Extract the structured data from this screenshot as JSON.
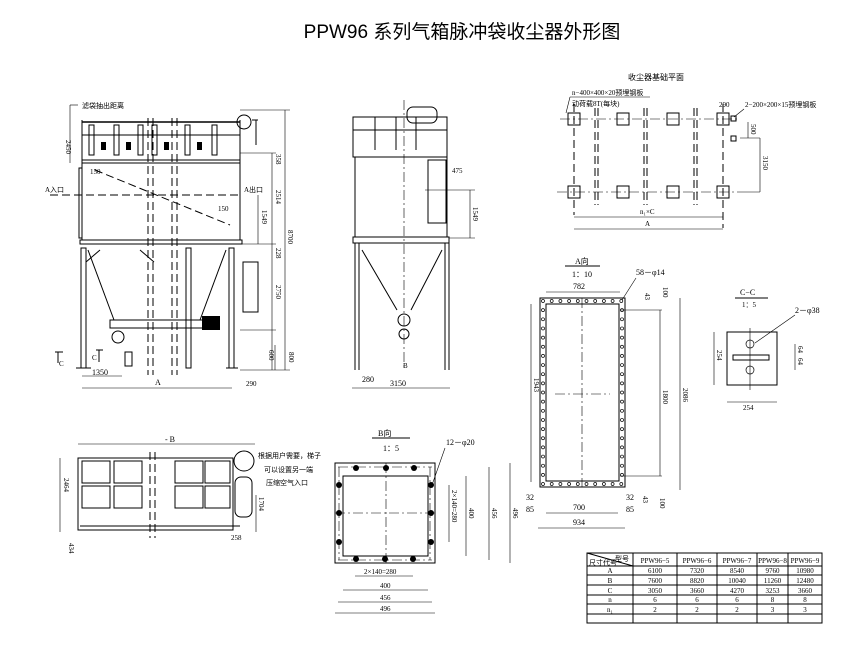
{
  "title": "PPW96 系列气箱脉冲袋收尘器外形图",
  "front_view": {
    "bag_extraction_label": "滤袋抽出距离",
    "inlet_label": "A入口",
    "outlet_label": "A出口",
    "dims": {
      "d2450": "2450",
      "d150a": "150",
      "d150b": "150",
      "d358": "358",
      "d2514": "2514",
      "d1549": "1549",
      "d8700": "8700",
      "d228": "228",
      "d2750": "2750",
      "d600": "600",
      "d800": "800",
      "d1350": "1350",
      "dA": "A",
      "d290": "290"
    },
    "section_mark_1": "C",
    "section_mark_2": "C"
  },
  "side_view": {
    "dims": {
      "d475": "475",
      "d1549": "1549",
      "d280": "280",
      "d3150": "3150"
    },
    "b_label": "B"
  },
  "top_view": {
    "dim_B": "- B",
    "d2464": "2464",
    "d1704": "1704",
    "d258": "258",
    "d434": "434",
    "note": [
      "根据用户需要，梯子",
      "可以设置另一端",
      "压缩空气入口"
    ]
  },
  "b_view": {
    "title": "B向",
    "scale": "1：5",
    "holes": "12－φ20",
    "dims": {
      "h280": "2×140=280",
      "h400": "400",
      "h456": "456",
      "h496": "496",
      "v280": "2×140=280",
      "v400": "400",
      "v456": "456",
      "v496": "496"
    }
  },
  "a_view": {
    "title": "A向",
    "scale": "1：10",
    "holes": "58－φ14",
    "dims": {
      "d782": "782",
      "d43t": "43",
      "d100t": "100",
      "d1943": "1943",
      "d1800": "1800",
      "d2086": "2086",
      "d32l": "32",
      "d85l": "85",
      "d32r": "32",
      "d85r": "85",
      "d43b": "43",
      "d100b": "100",
      "d700": "700",
      "d934": "934"
    }
  },
  "cc_view": {
    "title": "C−C",
    "scale": "1：5",
    "holes": "2－φ38",
    "dims": {
      "d254v": "254",
      "d254h": "254",
      "d64a": "64",
      "d64b": "64"
    }
  },
  "foundation": {
    "title": "收尘器基础平面",
    "plate_note": "n−400×400×20预埋钢板",
    "load_note": "动荷载8T(每块)",
    "small_plate_note": "2−200×200×15预埋钢板",
    "dims": {
      "d290": "290",
      "d500": "500",
      "d3150": "3150",
      "n1c": "n₁×C",
      "dA": "A"
    }
  },
  "spec_table": {
    "corner_top": "型号",
    "corner_bottom": "尺寸代号",
    "columns": [
      "PPW96−5",
      "PPW96−6",
      "PPW96−7",
      "PPW96−8",
      "PPW96−9"
    ],
    "rows": [
      {
        "label": "A",
        "values": [
          "6100",
          "7320",
          "8540",
          "9760",
          "10980"
        ]
      },
      {
        "label": "B",
        "values": [
          "7600",
          "8820",
          "10040",
          "11260",
          "12480"
        ]
      },
      {
        "label": "C",
        "values": [
          "3050",
          "3660",
          "4270",
          "3253",
          "3660"
        ]
      },
      {
        "label": "n",
        "values": [
          "6",
          "6",
          "6",
          "8",
          "8"
        ]
      },
      {
        "label": "n₁",
        "values": [
          "2",
          "2",
          "2",
          "3",
          "3"
        ]
      }
    ]
  }
}
